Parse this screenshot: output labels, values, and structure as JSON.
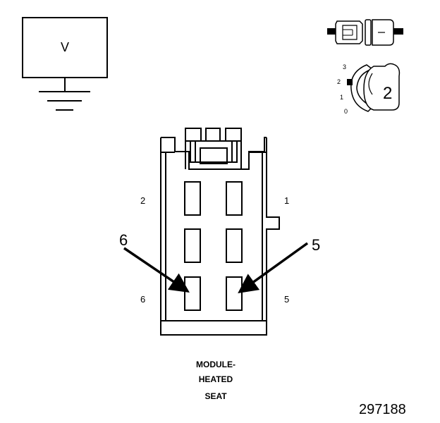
{
  "voltmeter": {
    "symbol": "V"
  },
  "switch_icon": {
    "positions": [
      "3",
      "2",
      "1",
      "0"
    ],
    "selected_position": "2"
  },
  "connector": {
    "pin_labels": {
      "top_left": "2",
      "top_right": "1",
      "bottom_left": "6",
      "bottom_right": "5"
    },
    "callouts": {
      "left": "6",
      "right": "5"
    }
  },
  "caption": {
    "line1": "MODULE-",
    "line2": "HEATED",
    "line3": "SEAT"
  },
  "figure_number": "297188"
}
